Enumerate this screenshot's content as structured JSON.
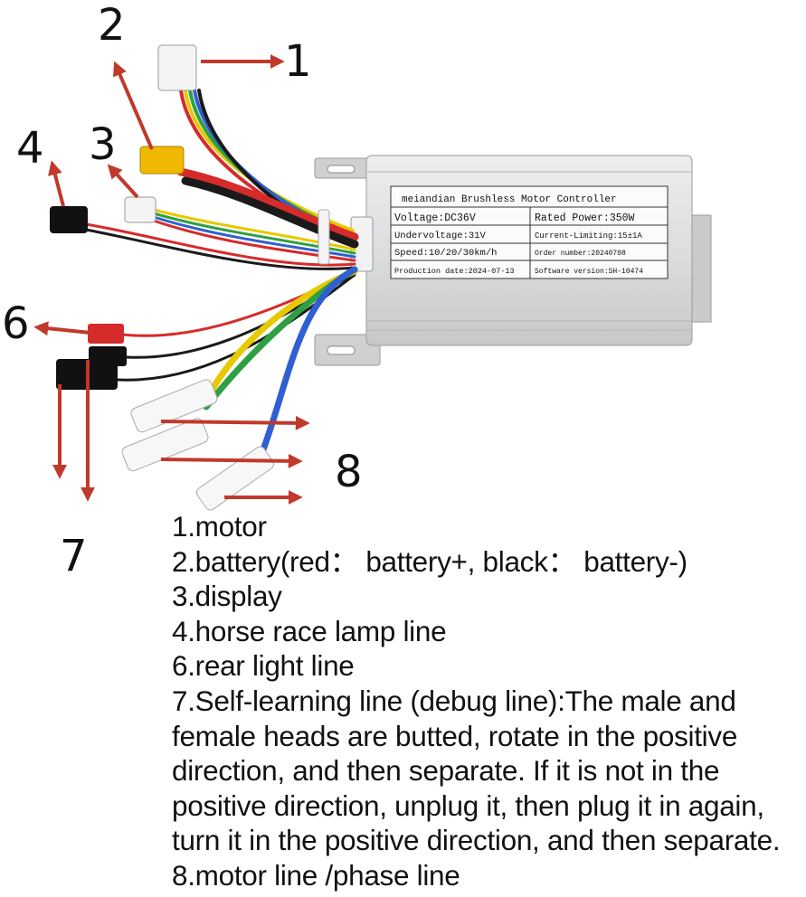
{
  "callouts": {
    "c1": "1",
    "c2": "2",
    "c3": "3",
    "c4": "4",
    "c6": "6",
    "c7": "7",
    "c8": "8"
  },
  "controller_label": {
    "title": "meiandian  Brushless Motor Controller",
    "voltage": "Voltage:DC36V",
    "rated_power": "Rated Power:350W",
    "undervoltage": "Undervoltage:31V",
    "current_limiting": "Current-Limiting:15±1A",
    "speed": "Speed:10/20/30km/h",
    "order_number": "Order number:20240708",
    "production_date": "Production date:2024-07-13",
    "software_version": "Software version:SH-10474"
  },
  "legend": [
    "1.motor",
    "2.battery(red： battery+, black： battery-)",
    "3.display",
    "4.horse race lamp line",
    "6.rear light line",
    "7.Self-learning line (debug line):The male and female heads are butted, rotate in the positive direction, and then separate. If it is not in the positive direction, unplug it, then plug it in again, turn it in the positive direction, and then separate.",
    "8.motor line /phase line"
  ],
  "colors": {
    "arrow": "#c0392b",
    "housing": "#d9dadc",
    "wire_red": "#d62b2b",
    "wire_black": "#1a1a1a",
    "wire_yellow": "#e8c800",
    "wire_green": "#2ea043",
    "wire_blue": "#2f5fd0",
    "connector_yellow": "#f0b800",
    "connector_white": "#f4f4f4",
    "connector_black": "#111111"
  }
}
